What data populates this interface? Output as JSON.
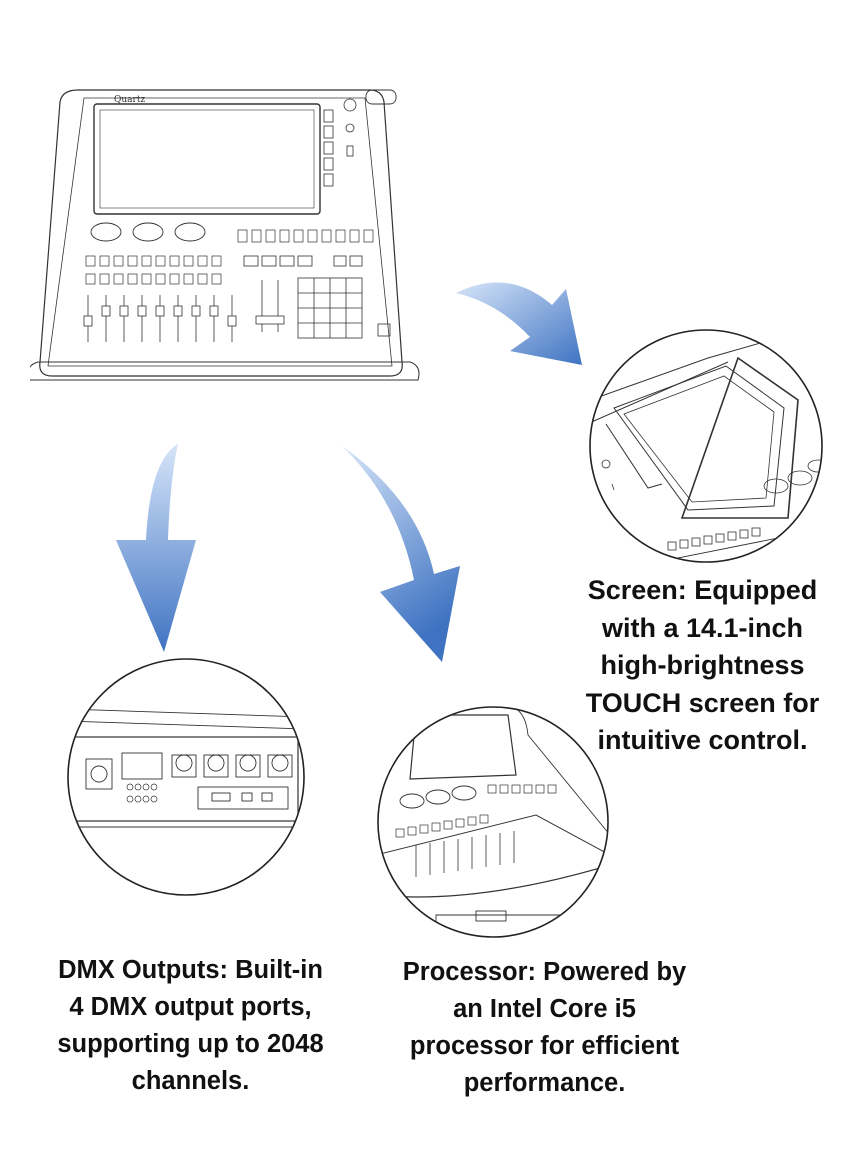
{
  "console": {
    "brand_label": "Quartz"
  },
  "callouts": [
    {
      "id": "screen",
      "lines": [
        "Screen: Equipped",
        "with a 14.1-inch",
        "high-brightness",
        "TOUCH screen for",
        "intuitive control."
      ]
    },
    {
      "id": "dmx",
      "lines": [
        "DMX Outputs: Built-in",
        "4 DMX output ports,",
        "supporting up to 2048",
        "channels."
      ]
    },
    {
      "id": "processor",
      "lines": [
        "Processor: Powered by",
        "an Intel Core i5",
        "processor for efficient",
        "performance."
      ]
    }
  ],
  "colors": {
    "arrow_light": "#cfe0f7",
    "arrow_dark": "#3f73c2",
    "sketch": "#333333"
  }
}
